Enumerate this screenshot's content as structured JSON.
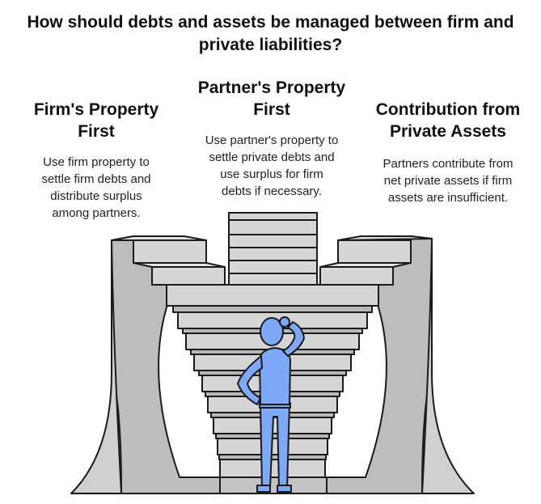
{
  "title": "How should debts and assets be managed between firm and\nprivate liabilities?",
  "columns": [
    {
      "heading": "Firm's Property\nFirst",
      "description": "Use firm property to\nsettle firm debts and\ndistribute surplus\namong partners."
    },
    {
      "heading": "Partner's Property\nFirst",
      "description": "Use partner's property to\nsettle private debts and\nuse surplus for firm\ndebts if necessary."
    },
    {
      "heading": "Contribution from\nPrivate Assets",
      "description": "Partners contribute from\nnet private assets if firm\nassets are insufficient."
    }
  ],
  "colors": {
    "stone_light": "#d6d6d6",
    "stone_mid": "#bdbdbd",
    "stone_dark": "#9c9c9c",
    "outline": "#1a1a1a",
    "figure": "#7ea8f8"
  },
  "icons": [
    "staircase-illustration",
    "confused-person-icon"
  ]
}
